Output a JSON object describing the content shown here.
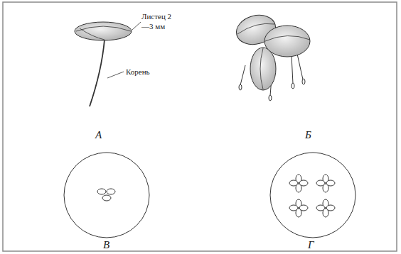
{
  "diagram": {
    "labels": [
      "Листец 2—3 мм",
      "Корень",
      "А",
      "Б",
      "В",
      "Г"
    ]
  }
}
